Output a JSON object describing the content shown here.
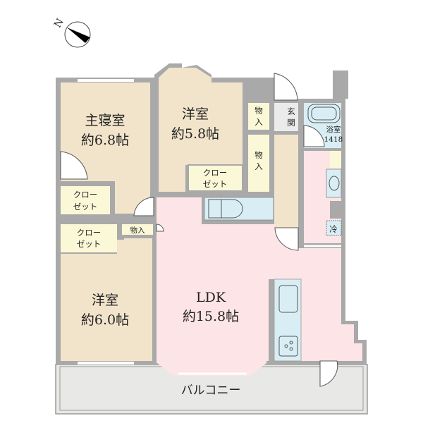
{
  "compass": {
    "label": "N",
    "icon": "north-arrow-icon"
  },
  "rooms": {
    "master_bedroom": {
      "name": "主寝室",
      "size": "約6.8帖"
    },
    "western_room_1": {
      "name": "洋室",
      "size": "約5.8帖"
    },
    "western_room_2": {
      "name": "洋室",
      "size": "約6.0帖"
    },
    "ldk": {
      "name": "LDK",
      "size": "約15.8帖"
    },
    "closet_1": {
      "line1": "クロー",
      "line2": "ゼット"
    },
    "closet_2": {
      "line1": "クロー",
      "line2": "ゼット"
    },
    "closet_3": {
      "line1": "クロー",
      "line2": "ゼット"
    },
    "storage_1": {
      "line1": "物",
      "line2": "入"
    },
    "storage_2": {
      "line1": "物",
      "line2": "入"
    },
    "storage_3": {
      "label": "物入"
    },
    "entrance": {
      "line1": "玄",
      "line2": "関"
    },
    "bathroom": {
      "line1": "浴室",
      "line2": "1418"
    },
    "fridge": {
      "label": "冷"
    },
    "balcony": {
      "label": "バルコニー"
    }
  },
  "colors": {
    "bedroom_fill": "#f1e4cb",
    "closet_fill": "#fbf8d8",
    "ldk_fill": "#fde4e6",
    "wet_fill": "#d8eef4",
    "entrance_fill": "#ebebeb",
    "balcony_fill": "#e8e8e6",
    "wall": "#a9a9a9"
  }
}
